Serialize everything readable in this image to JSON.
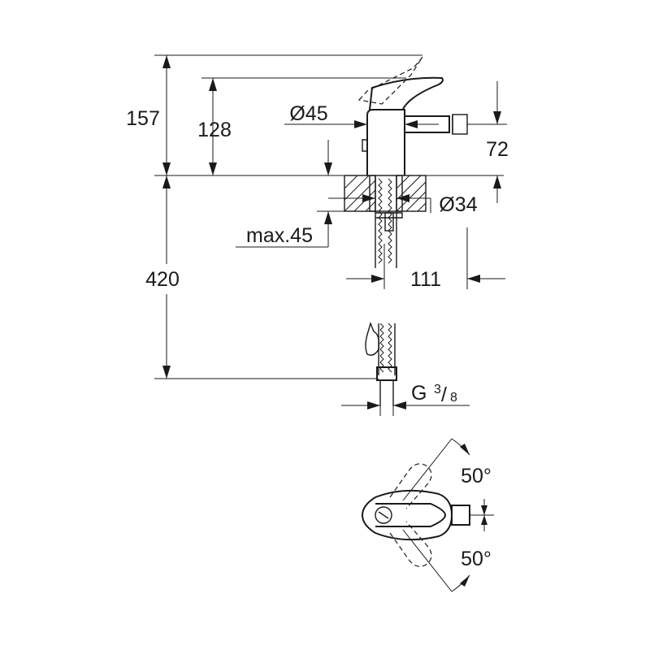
{
  "drawing": {
    "dimensions": {
      "total_height": "157",
      "handle_height": "128",
      "body_diameter": "Ø45",
      "spout_height": "72",
      "hole_diameter": "Ø34",
      "max_deck": "max.45",
      "hose_length": "420",
      "projection": "111",
      "thread_prefix": "G",
      "thread_num": "3",
      "thread_den": "8"
    },
    "angles": {
      "rotation_left": "50°",
      "rotation_right": "50°"
    },
    "colors": {
      "line": "#1a1a1a",
      "background": "#ffffff"
    }
  }
}
